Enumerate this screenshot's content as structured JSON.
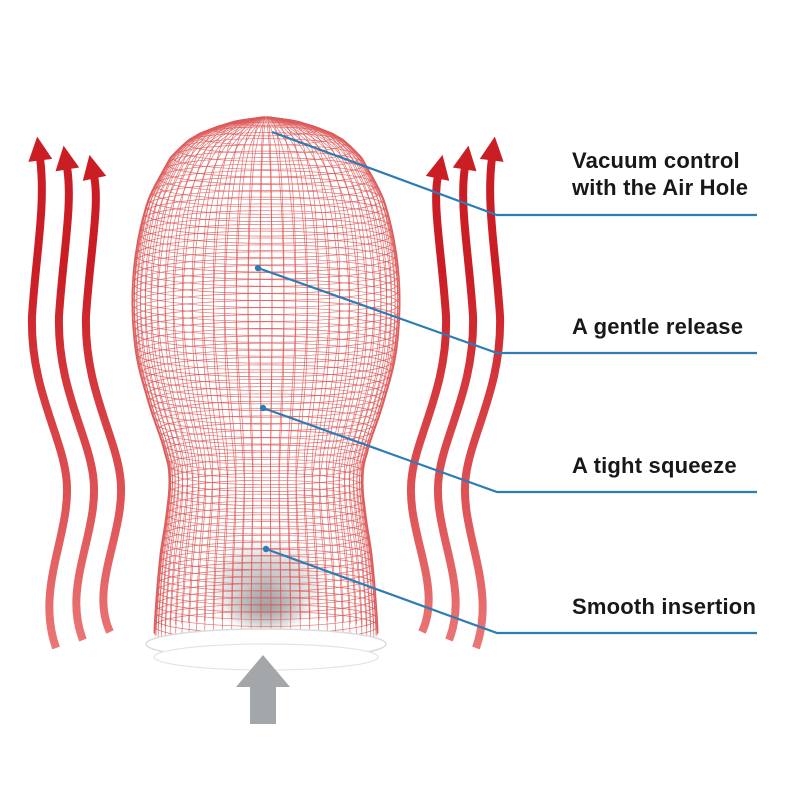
{
  "diagram": {
    "colors": {
      "mesh_red": "#dd5a5a",
      "arrow_red": "#cb1d24",
      "arrow_red_light": "#ec7a7a",
      "connector_blue": "#2e7cb4",
      "label_text": "#17181a",
      "insertion_arrow_gray": "#a3a7aa"
    },
    "annotations": [
      {
        "lines": [
          "Vacuum control",
          "with the Air Hole"
        ]
      },
      {
        "lines": [
          "A gentle release"
        ]
      },
      {
        "lines": [
          "A tight squeeze"
        ]
      },
      {
        "lines": [
          "Smooth insertion"
        ]
      }
    ]
  }
}
